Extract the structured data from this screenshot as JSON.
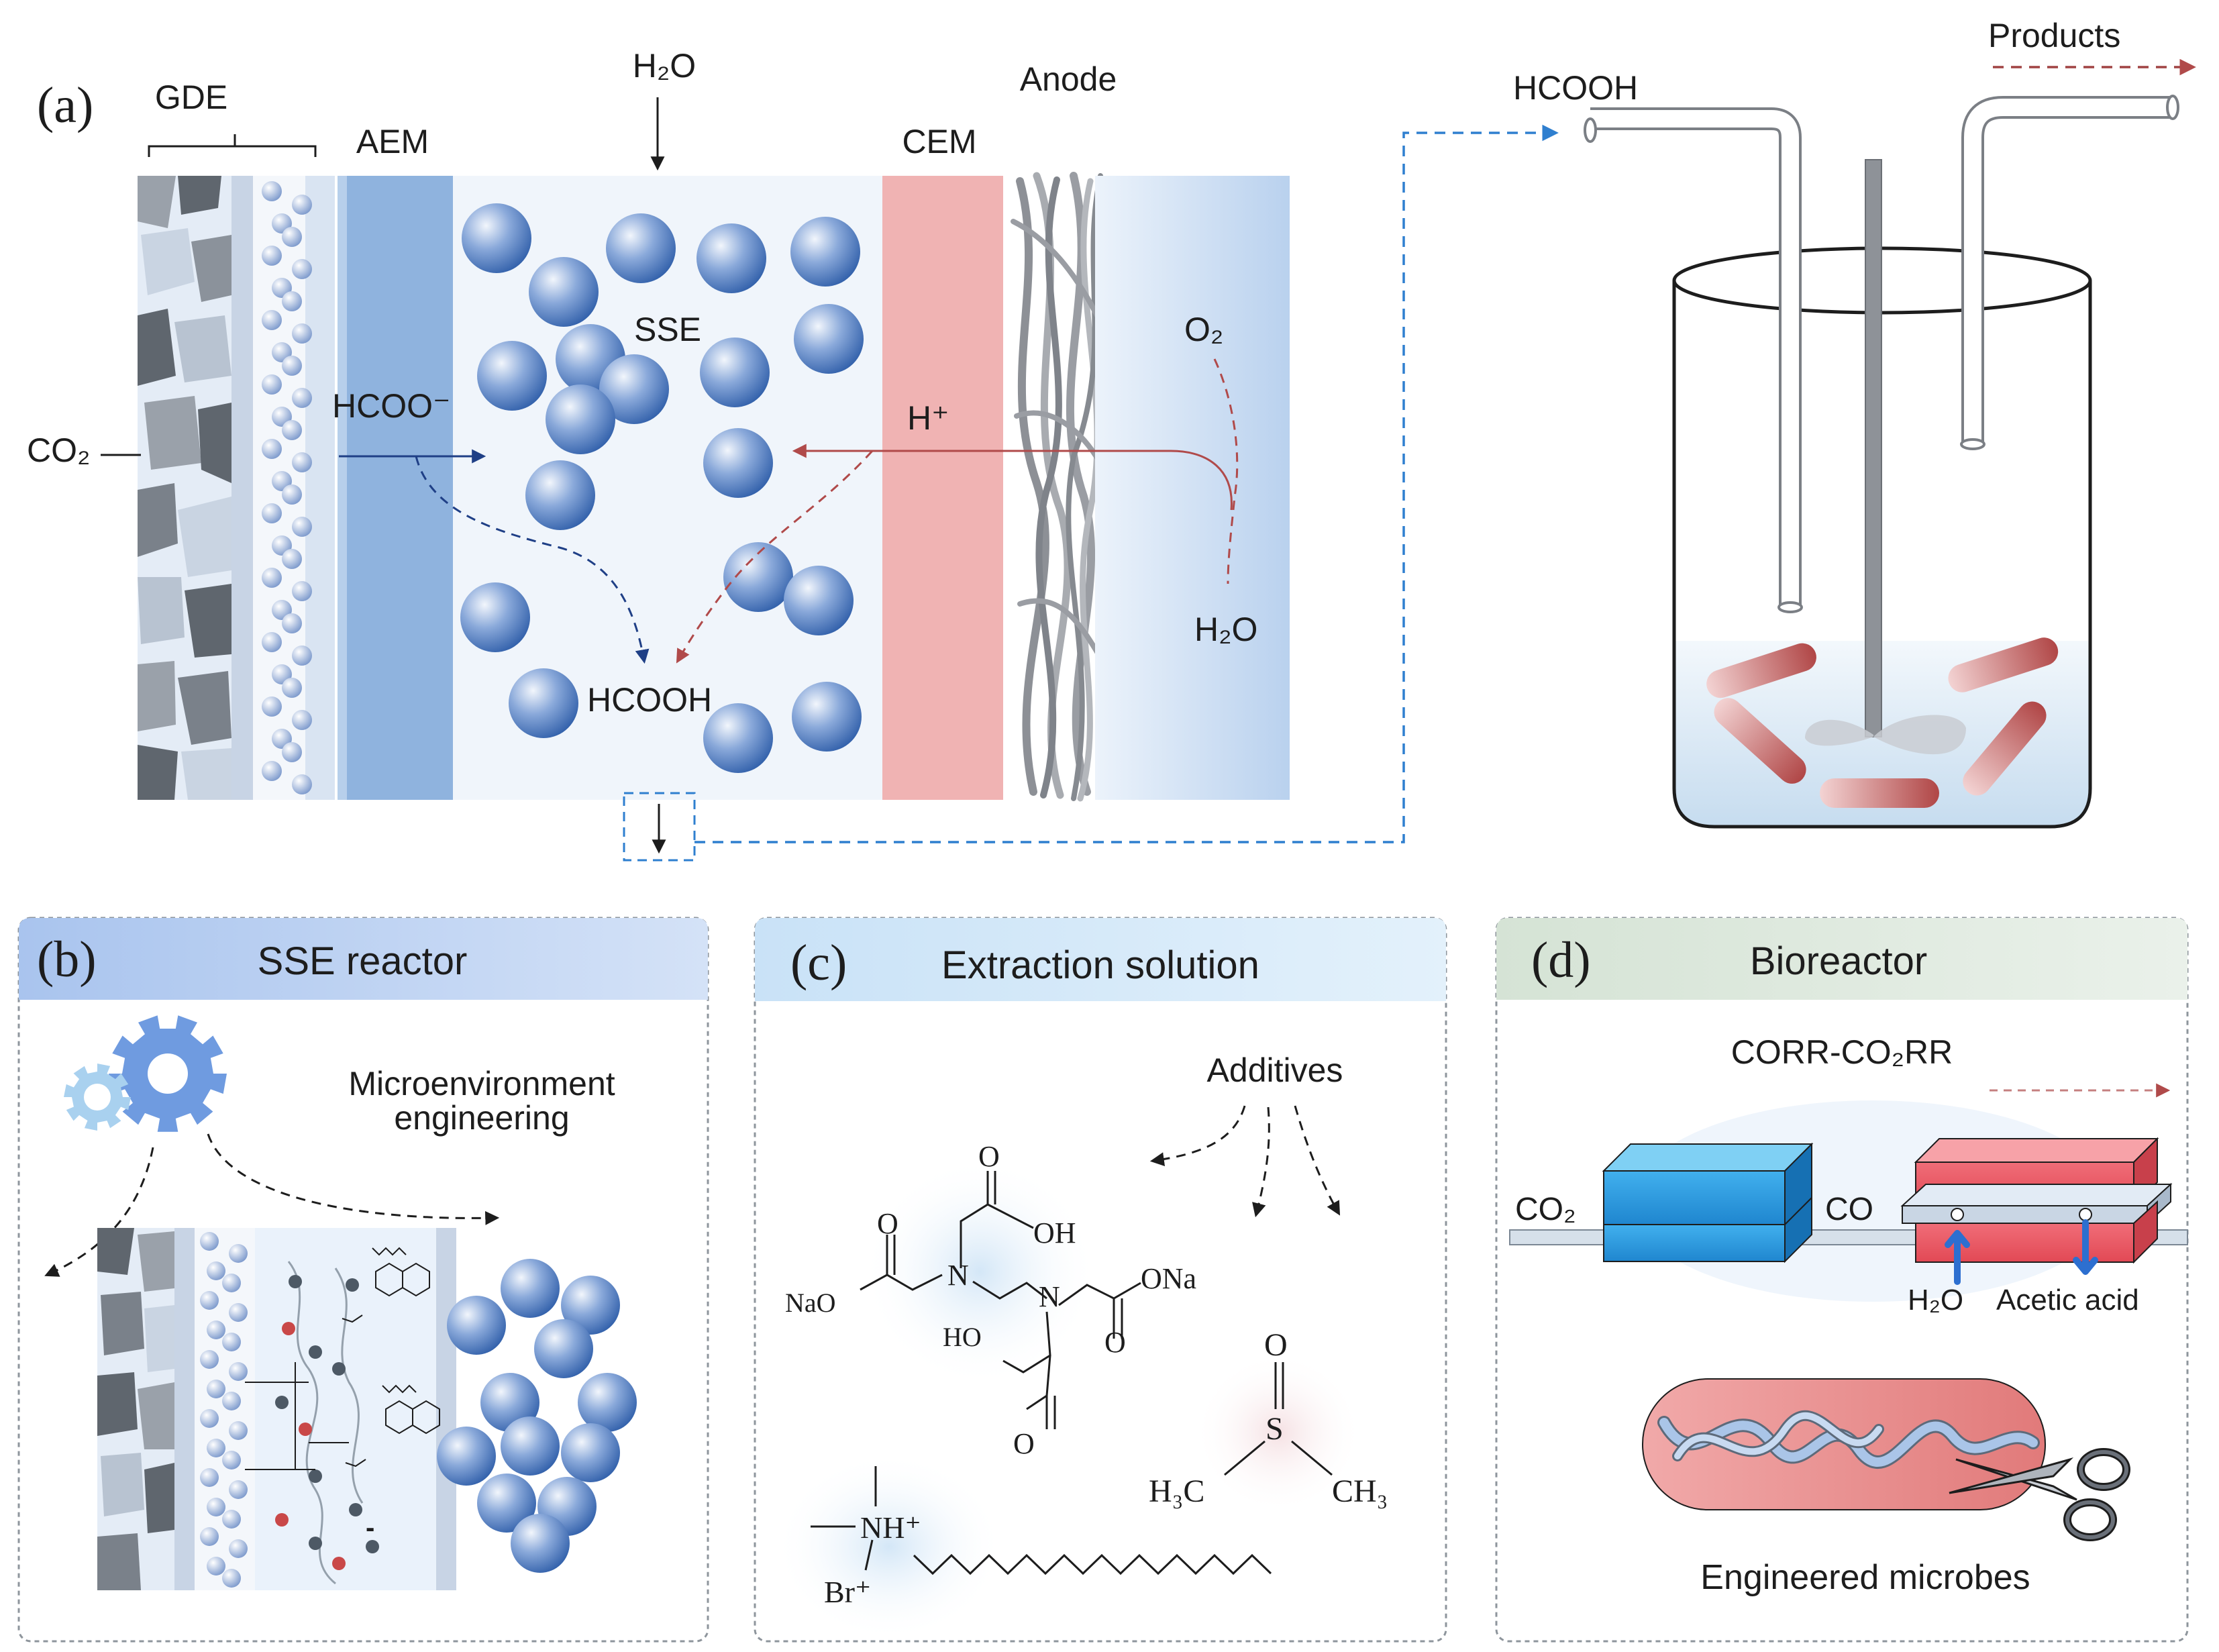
{
  "panel_a": {
    "label": "(a)",
    "gde": "GDE",
    "aem": "AEM",
    "h2o_in": "H₂O",
    "anode": "Anode",
    "cem": "CEM",
    "sse": "SSE",
    "co2": "CO₂",
    "hcoo_minus": "HCOO⁻",
    "h_plus": "H⁺",
    "o2": "O₂",
    "h2o_anode": "H₂O",
    "hcooh_out": "HCOOH",
    "hcooh_inlet": "HCOOH",
    "products": "Products"
  },
  "panel_b": {
    "label": "(b)",
    "title": "SSE reactor",
    "micro_line1": "Microenvironment",
    "micro_line2": "engineering"
  },
  "panel_c": {
    "label": "(c)",
    "title": "Extraction solution",
    "additives": "Additives",
    "chem_oh": "OH",
    "chem_ona": "ONa",
    "chem_nao": "NaO",
    "chem_ho": "HO",
    "chem_n1": "N",
    "chem_n2": "N",
    "chem_o": "O",
    "chem_s": "S",
    "chem_h3c": "H₃C",
    "chem_ch3": "CH₃",
    "chem_nh": "NH⁺",
    "chem_br": "Br⁺"
  },
  "panel_d": {
    "label": "(d)",
    "title": "Bioreactor",
    "corr": "CORR-CO₂RR",
    "co2": "CO₂",
    "co": "CO",
    "h2o": "H₂O",
    "acetic": "Acetic acid",
    "microbes": "Engineered microbes"
  },
  "colors": {
    "aem": "#8fb3de",
    "cem": "#f0b3b3",
    "sphere": "#4a77c0",
    "hplus_arrow": "#b04a4a",
    "hcoo_arrow": "#1f3f86",
    "transfer_arrow": "#2f7fcf",
    "header_b": "#c2d6f3",
    "header_c": "#d8eaf8",
    "header_d": "#e1ebe1"
  }
}
